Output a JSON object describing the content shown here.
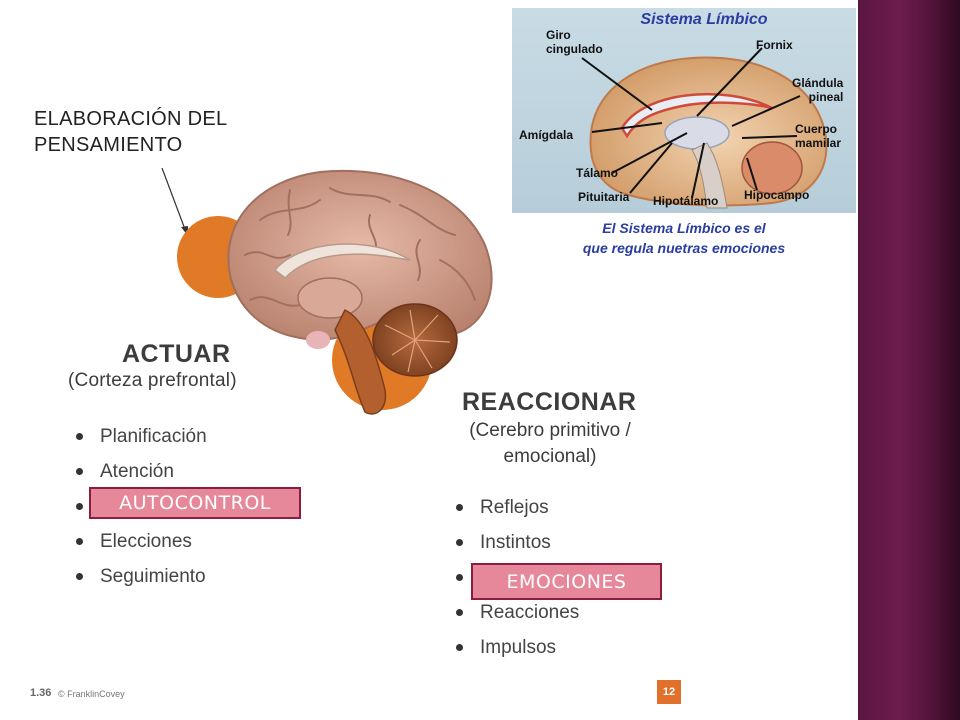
{
  "left_label": [
    "ELABORACIÓN DEL",
    "PENSAMIENTO"
  ],
  "actuar": {
    "title": "ACTUAR",
    "subtitle": "(Corteza prefrontal)",
    "items": [
      "Planificación",
      "Atención",
      "",
      "Elecciones",
      "Seguimiento"
    ],
    "highlight": "AUTOCONTROL"
  },
  "reaccionar": {
    "title": "REACCIONAR",
    "subtitle": [
      "(Cerebro primitivo /",
      "emocional)"
    ],
    "items": [
      "Reflejos",
      "Instintos",
      "",
      "Reacciones",
      "Impulsos"
    ],
    "highlight": "EMOCIONES"
  },
  "inset": {
    "title": "Sistema Límbico",
    "labels": {
      "giro": [
        "Giro",
        "cingulado"
      ],
      "fornix": "Fornix",
      "glandula": [
        "Glándula",
        "pineal"
      ],
      "amigdala": "Amígdala",
      "cuerpo": [
        "Cuerpo",
        "mamilar"
      ],
      "talamo": "Tálamo",
      "pituitaria": "Pituitaria",
      "hipotalamo": "Hipotálamo",
      "hipocampo": "Hipocampo"
    },
    "caption": [
      "El Sistema Límbico es el",
      "que regula nuetras emociones"
    ]
  },
  "footer": {
    "slide_code": "1.36",
    "copyright": "© FranklinCovey",
    "page_number": "12"
  },
  "colors": {
    "orange_accent": "#e07a27",
    "highlight_fill": "#e6889a",
    "highlight_border": "#8b1e3f",
    "inset_blue": "#2a3da0",
    "band_purple": "#5a1640"
  }
}
